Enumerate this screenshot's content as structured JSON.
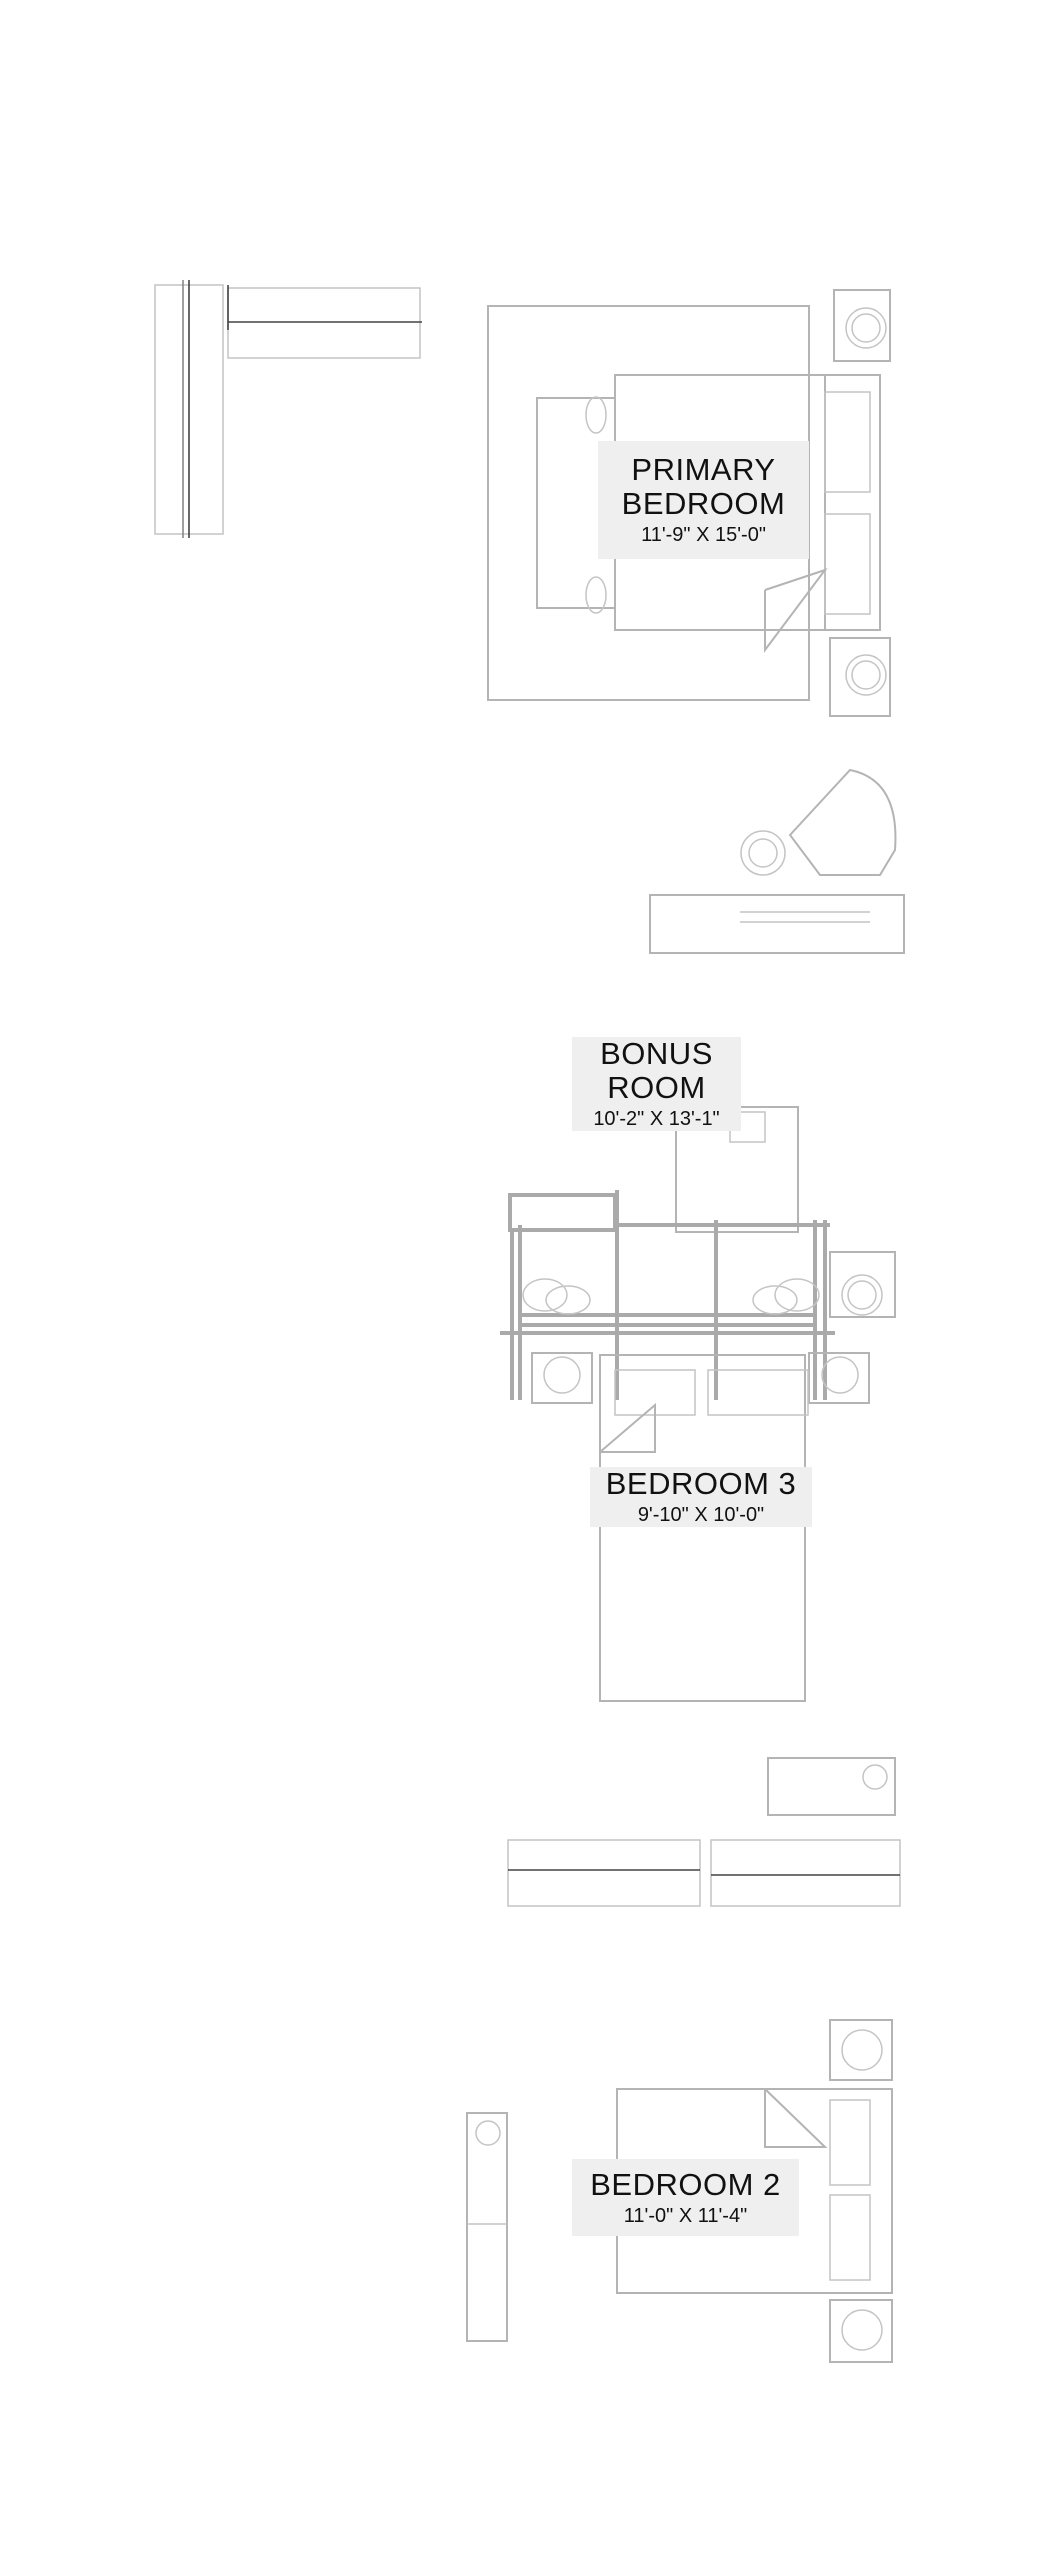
{
  "rooms": [
    {
      "name_line1": "PRIMARY",
      "name_line2": "BEDROOM",
      "dimensions": "11'-9\" X 15'-0\""
    },
    {
      "name_line1": "BONUS",
      "name_line2": "ROOM",
      "dimensions": "10'-2\" X 13'-1\""
    },
    {
      "name_line1": "BEDROOM 3",
      "dimensions": "9'-10\" X 10'-0\""
    },
    {
      "name_line1": "BEDROOM 2",
      "dimensions": "11'-0\" X 11'-4\""
    }
  ],
  "colors": {
    "sketch": "#b4b4b4",
    "label_bg": "#efefef",
    "text": "#111111"
  }
}
